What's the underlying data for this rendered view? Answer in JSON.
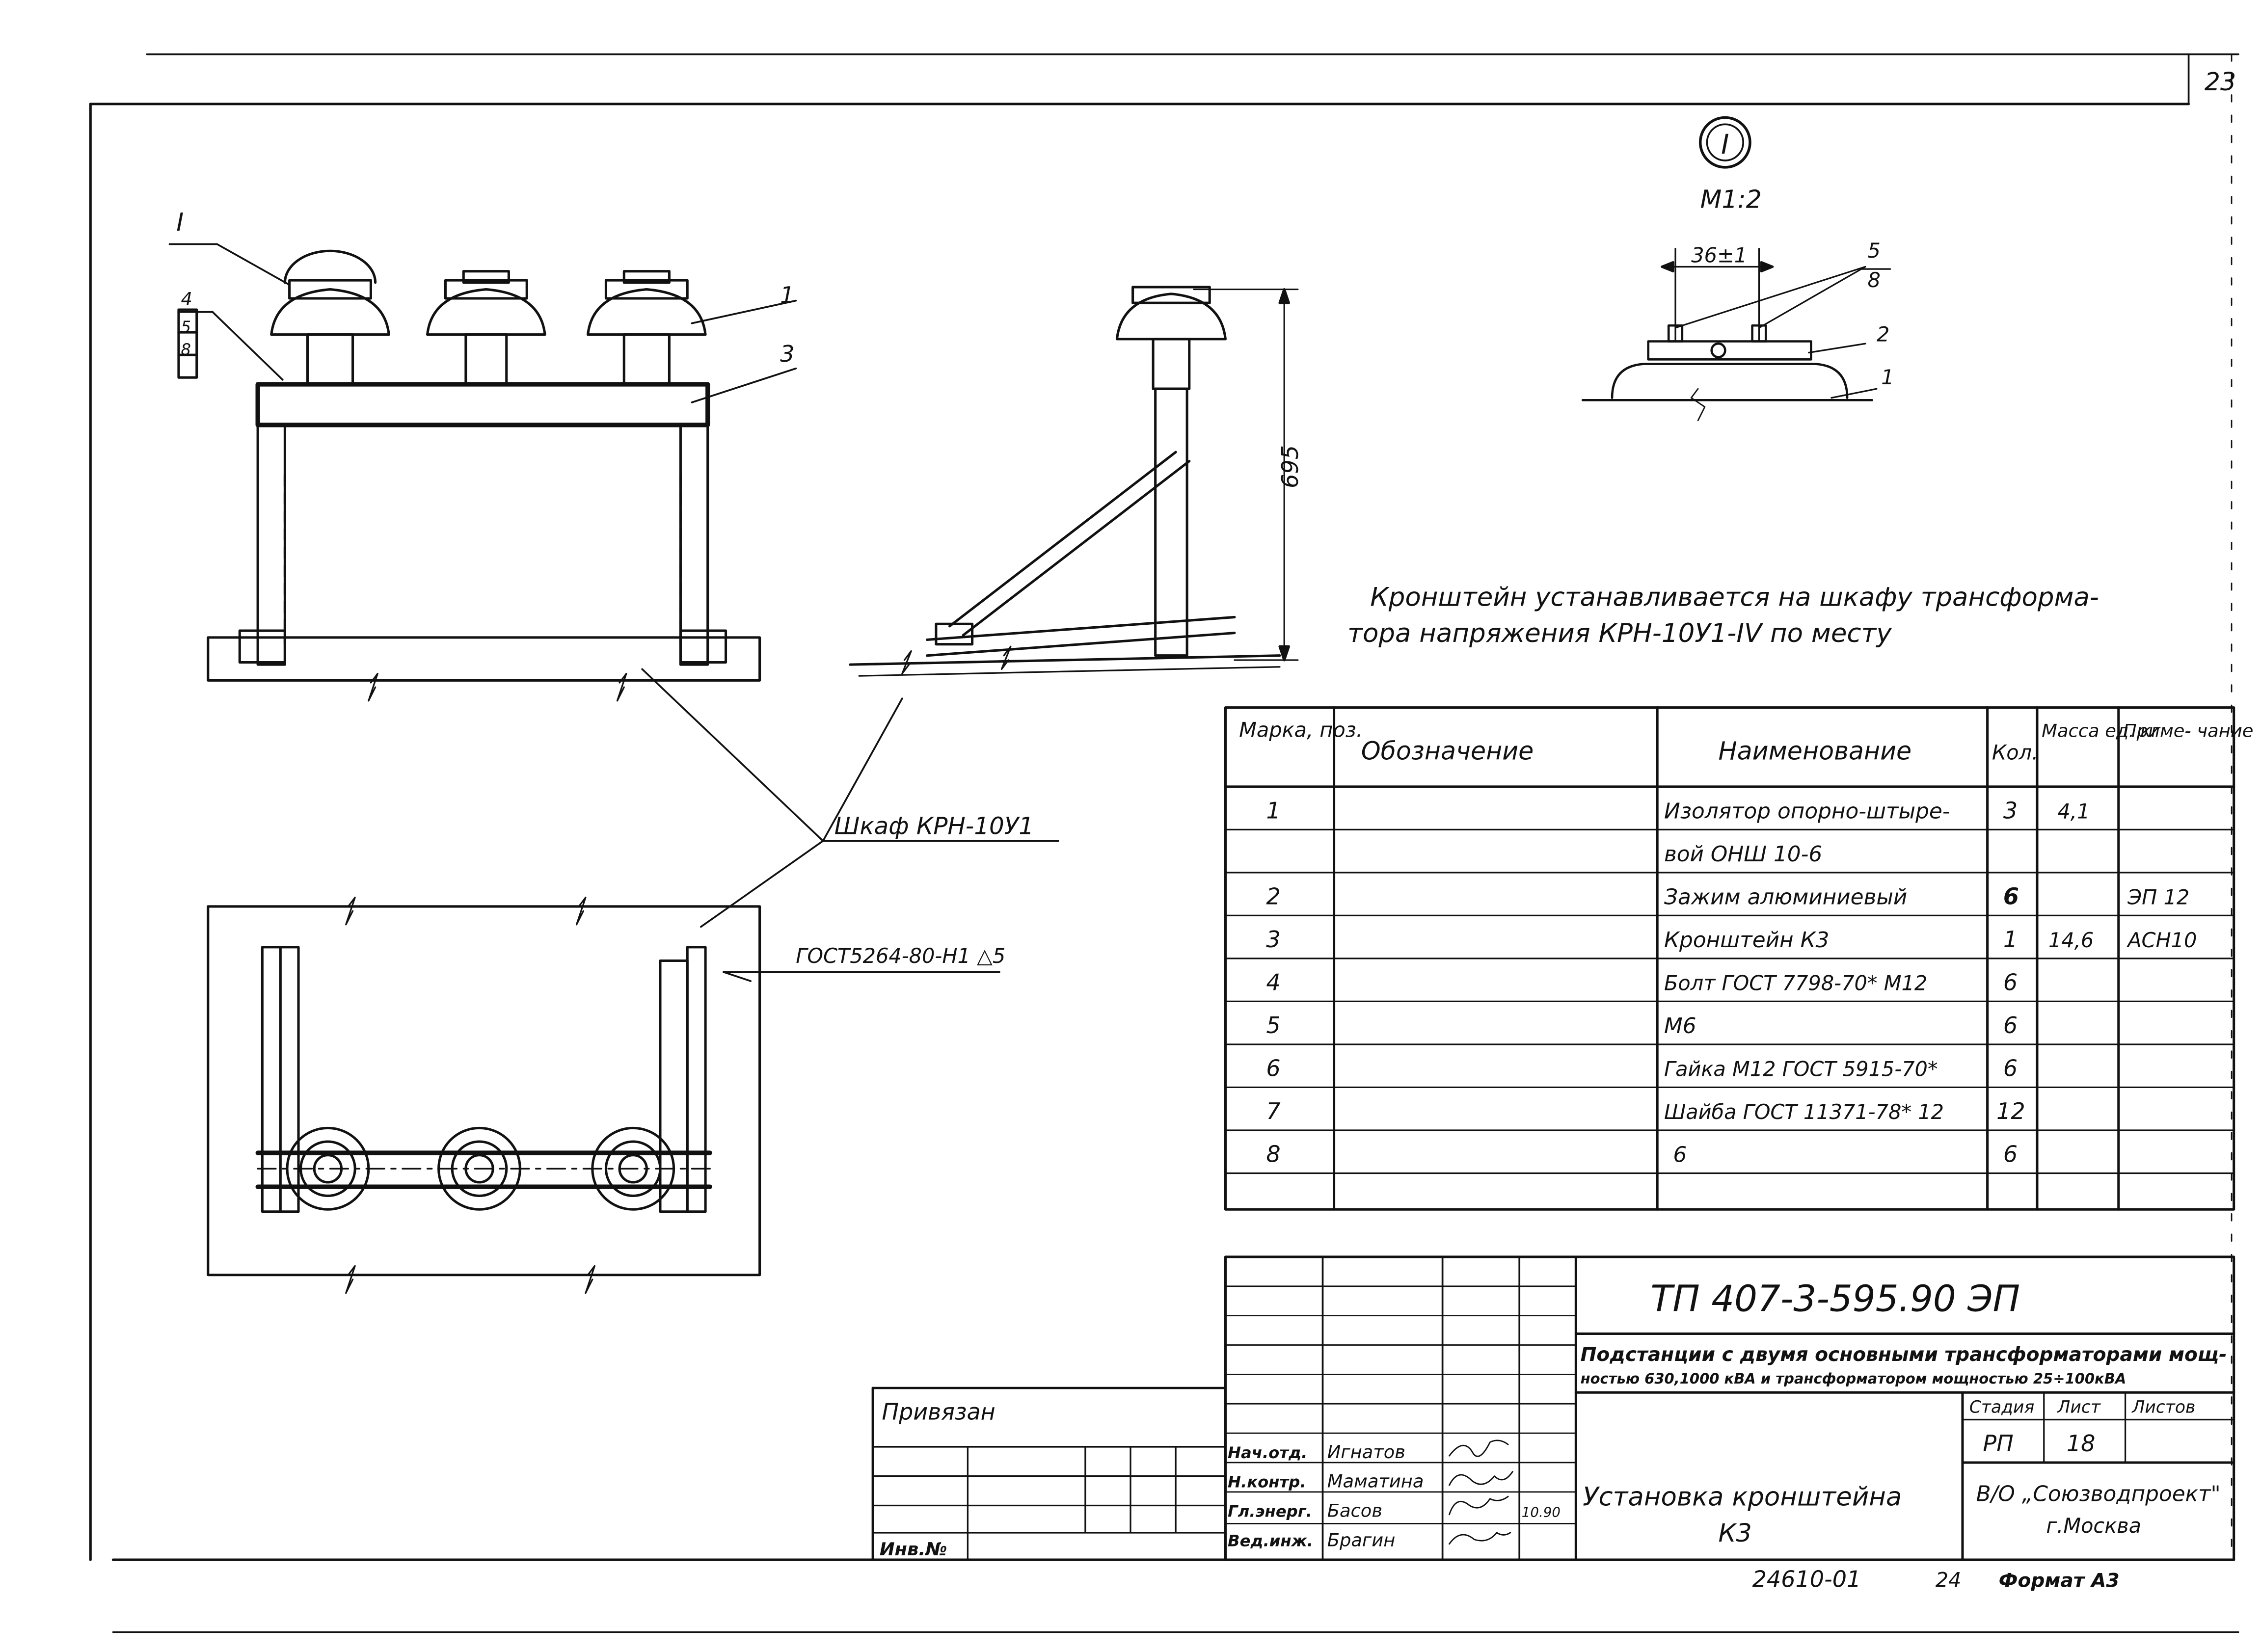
{
  "sheet_number": "23",
  "callout": {
    "mark": "I",
    "label": "I",
    "scale": "М1:2"
  },
  "detail": {
    "dimension": "36±1",
    "positions": [
      "5",
      "8",
      "2",
      "1"
    ]
  },
  "front_view": {
    "positions": [
      "1",
      "3",
      "4",
      "5",
      "8"
    ],
    "height_dimension": "695"
  },
  "note": {
    "line1": "Кронштейн устанавливается на шкафу трансформа-",
    "line2": "тора напряжения   КРН-10У1-IV по месту"
  },
  "leaders": {
    "cabinet": "Шкаф КРН-10У1",
    "weld": "ГОСТ5264-80-Н1 △5"
  },
  "spec_table": {
    "headers": [
      "Марка, поз.",
      "Обозначение",
      "Наименование",
      "Кол.",
      "Масса ед. кг",
      "Приме- чание"
    ],
    "rows": [
      [
        "1",
        "",
        "Изолятор опорно-штыре-",
        "3",
        "4,1",
        ""
      ],
      [
        "",
        "",
        "вой ОНШ 10-6",
        "",
        "",
        ""
      ],
      [
        "2",
        "",
        "Зажим алюминиевый",
        "6",
        "",
        "ЭП 12"
      ],
      [
        "3",
        "",
        "Кронштейн  К3",
        "1",
        "14,6",
        "АСН10"
      ],
      [
        "4",
        "",
        "Болт ГОСТ 7798-70* М12",
        "6",
        "",
        ""
      ],
      [
        "5",
        "",
        "М6",
        "6",
        "",
        ""
      ],
      [
        "6",
        "",
        "Гайка М12 ГОСТ 5915-70*",
        "6",
        "",
        ""
      ],
      [
        "7",
        "",
        "Шайба  ГОСТ 11371-78* 12",
        "12",
        "",
        ""
      ],
      [
        "8",
        "",
        "6",
        "6",
        "",
        ""
      ],
      [
        "",
        "",
        "",
        "",
        "",
        ""
      ]
    ]
  },
  "title_block": {
    "code": "ТП 407-3-595.90   ЭП",
    "project_line1": "Подстанции с двумя основными трансформаторами мощ-",
    "project_line2": "ностью 630,1000 кВА и трансформатором мощностью 25÷100кВА",
    "stage_header": "Стадия",
    "sheet_header": "Лист",
    "sheets_header": "Листов",
    "stage": "РП",
    "sheet": "18",
    "sheets": "",
    "drawing_name_line1": "Установка  кронштейна",
    "drawing_name_line2": "К3",
    "organization_line1": "В/О „Союзводпроект\"",
    "organization_line2": "г.Москва",
    "date": "10.90",
    "personnel": [
      {
        "role": "Нач.отд.",
        "name": "Игнатов"
      },
      {
        "role": "Н.контр.",
        "name": "Маматина"
      },
      {
        "role": "Гл.энерг.",
        "name": "Басов"
      },
      {
        "role": "Вед.инж.",
        "name": "Брагин"
      }
    ]
  },
  "attachment": {
    "label": "Привязан",
    "inv_label": "Инв.№"
  },
  "footer": {
    "number": "24610-01",
    "page": "24",
    "format": "Формат А3"
  }
}
